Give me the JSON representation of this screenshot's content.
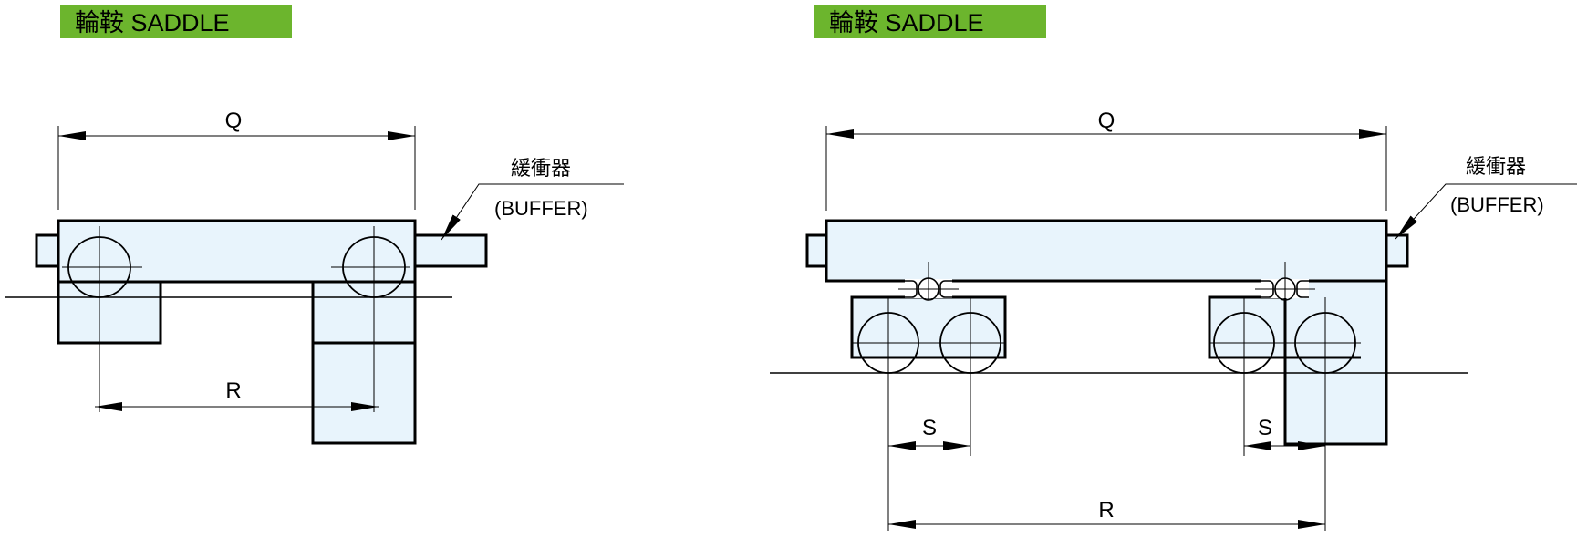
{
  "colors": {
    "title_bg": "#6cb52d",
    "part_fill": "#e8f4fc"
  },
  "left_diagram": {
    "title": "輪鞍 SADDLE",
    "dim_q": "Q",
    "dim_r": "R",
    "buffer_label_cn": "緩衝器",
    "buffer_label_en": "(BUFFER)"
  },
  "right_diagram": {
    "title": "輪鞍 SADDLE",
    "dim_q": "Q",
    "dim_r": "R",
    "dim_s_left": "S",
    "dim_s_right": "S",
    "buffer_label_cn": "緩衝器",
    "buffer_label_en": "(BUFFER)"
  }
}
